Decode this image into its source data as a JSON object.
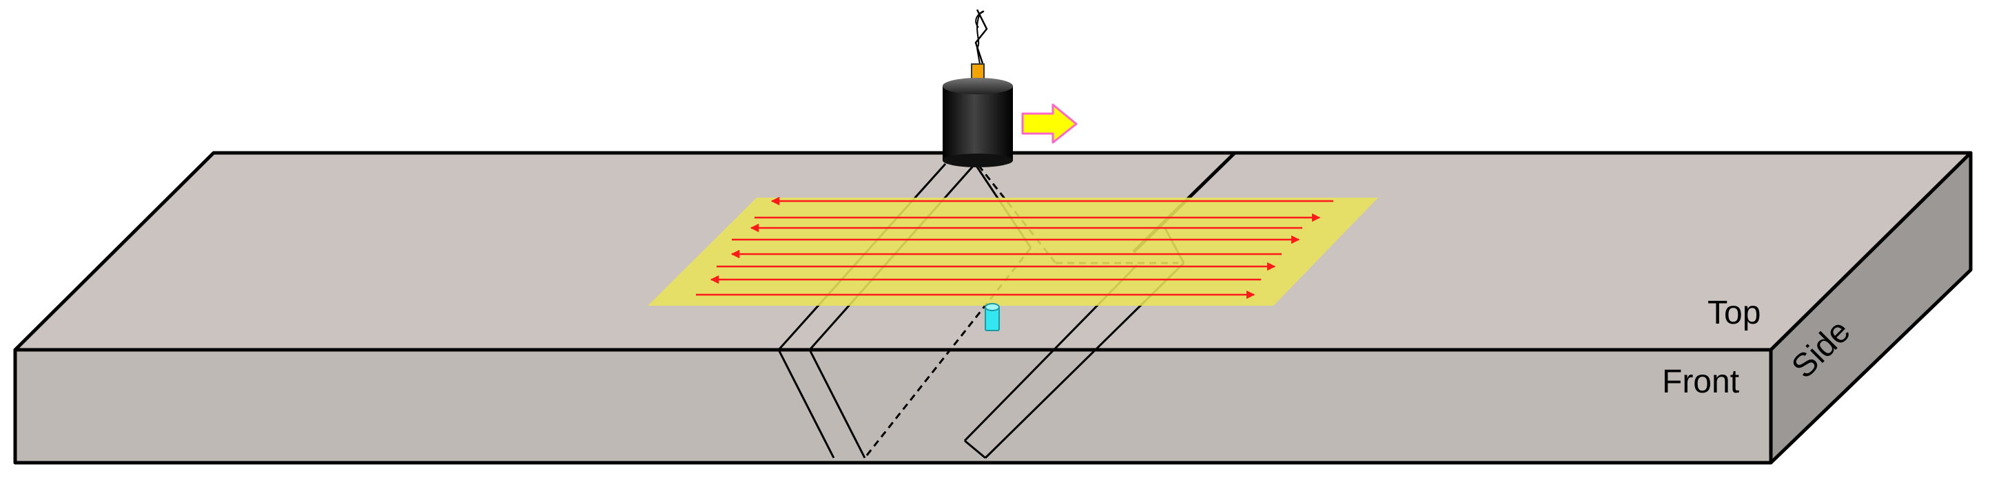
{
  "labels": {
    "top": "Top",
    "front": "Front",
    "side": "Side"
  },
  "colors": {
    "top_face": "#cbc3c0",
    "front_face": "#bfb9b6",
    "side_face": "#9c9896",
    "outline": "#000000",
    "scan_area": "#e8e35a",
    "scan_lines": "#ff1a1a",
    "arrow_fill": "#ffff00",
    "arrow_stroke": "#ff66cc",
    "probe_body": "#111111",
    "connector": "#f2a400",
    "defect": "#33e6f0"
  },
  "icons": {
    "probe": "ultrasonic-transducer-icon",
    "direction": "right-arrow-icon",
    "defect": "cylindrical-defect-icon"
  }
}
